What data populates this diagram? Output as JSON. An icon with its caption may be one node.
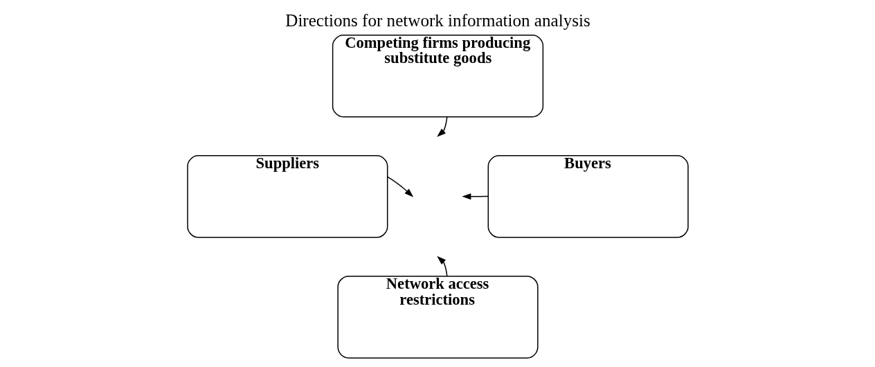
{
  "diagram": {
    "title": "Directions for network information analysis",
    "nodes": [
      {
        "text": [
          "Competing firms producing substitute goods"
        ]
      },
      {
        "text": [
          "Suppliers"
        ]
      },
      {
        "text": [
          "Buyers"
        ]
      },
      {
        "text": [
          "Network access restrictions"
        ]
      }
    ],
    "edges": [
      {
        "from": 0,
        "to": null,
        "arrow": "to"
      },
      {
        "from": 1,
        "to": null,
        "arrow": "to"
      },
      {
        "from": 2,
        "to": null,
        "arrow": "to"
      },
      {
        "from": 3,
        "to": null,
        "arrow": "to"
      }
    ]
  }
}
